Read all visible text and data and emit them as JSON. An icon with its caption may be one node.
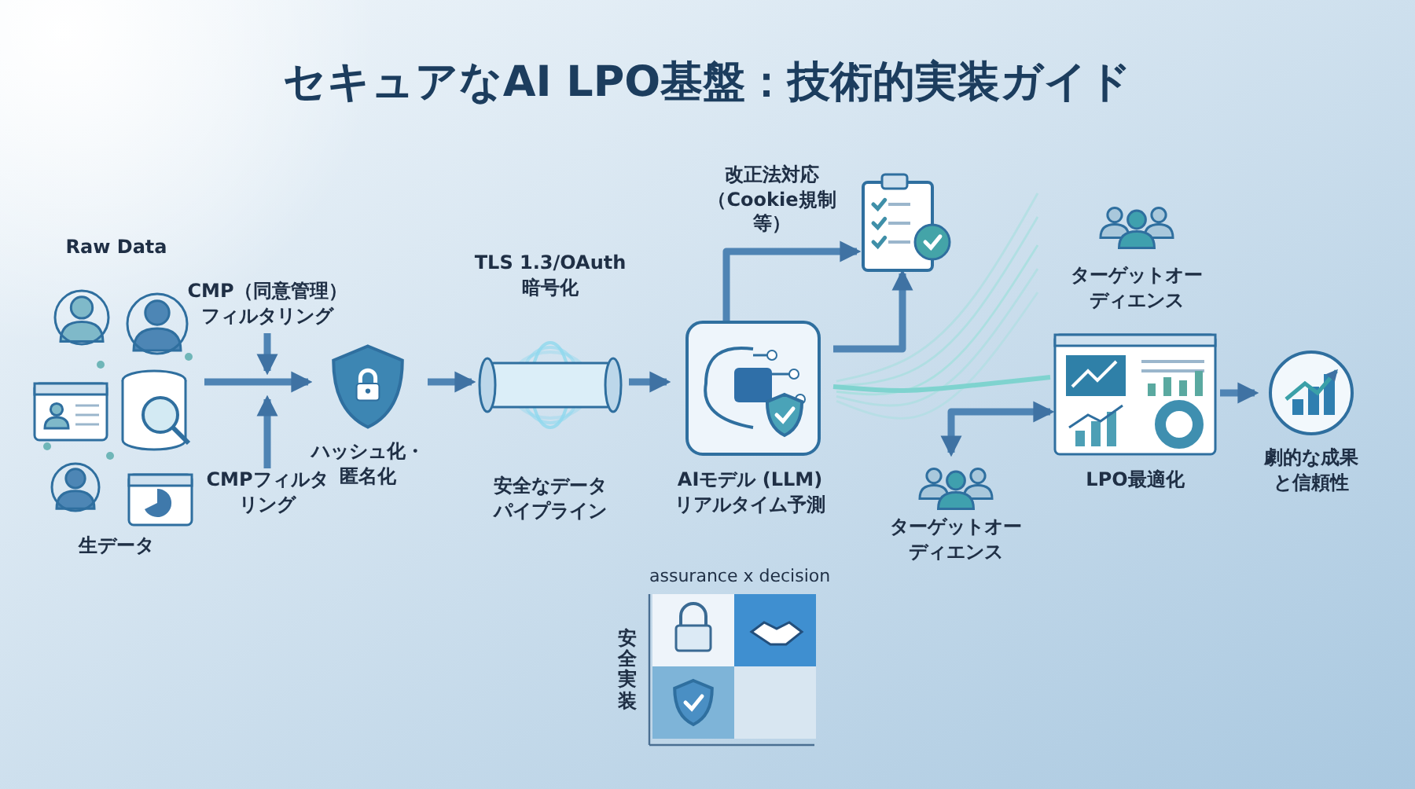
{
  "diagram": {
    "title": "セキュアなAI LPO基盤：技術的実装ガイド",
    "nodes": [
      {
        "text": [
          "Raw Data",
          "生データ"
        ]
      },
      {
        "text": [
          "ハッシュ化・匿名化"
        ]
      },
      {
        "text": [
          "TLS 1.3/OAuth暗号化",
          "安全なデータパイプライン"
        ]
      },
      {
        "text": [
          "AIモデル (LLM)リアルタイム予測"
        ]
      },
      {
        "text": [],
        "shape": "picture",
        "beside": [
          "改正法対応（Cookie規制等）"
        ]
      },
      {
        "text": [
          "ターゲットオーディエンス"
        ]
      },
      {
        "text": [
          "LPO最適化"
        ]
      },
      {
        "text": [
          "ターゲットオーディエンス"
        ]
      },
      {
        "text": [
          "劇的な成果と信頼性"
        ]
      },
      {
        "text": [
          "CMP（同意管理）フィルタリング"
        ]
      },
      {
        "text": [
          "CMPフィルタリング"
        ]
      }
    ],
    "edges": [
      {
        "from": 0,
        "to": 1,
        "arrow": "to"
      },
      {
        "from": 9,
        "to": null,
        "arrow": "to"
      },
      {
        "from": 10,
        "to": null,
        "arrow": "to"
      },
      {
        "from": 1,
        "to": 2,
        "arrow": "to"
      },
      {
        "from": 2,
        "to": 3,
        "arrow": "to"
      },
      {
        "from": 3,
        "to": 4,
        "arrow": "to"
      },
      {
        "from": 3,
        "to": 4,
        "arrow": "to"
      },
      {
        "from": 7,
        "to": 6,
        "arrow": "both"
      },
      {
        "from": 6,
        "to": 8,
        "arrow": "to"
      },
      {
        "from": 3,
        "to": 6,
        "arrow": "none",
        "color": "#7fd3cf"
      }
    ],
    "labels": [
      "assurance x decision",
      "安全実装"
    ]
  }
}
